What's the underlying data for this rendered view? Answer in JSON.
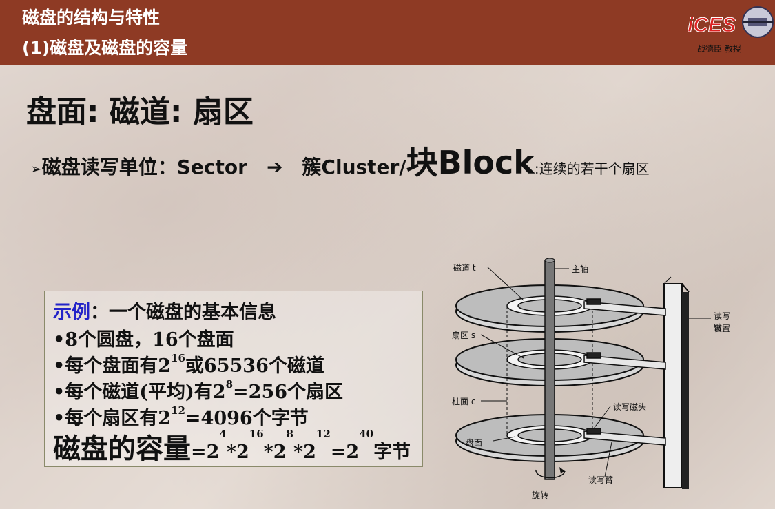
{
  "header": {
    "line1": "磁盘的结构与特性",
    "line2": "(1)磁盘及磁盘的容量",
    "logo_text": "iCES",
    "logo_caption": "战德臣 教授"
  },
  "title": "盘面: 磁道: 扇区",
  "bullet": {
    "marker": "➢",
    "lead": "磁盘读写单位：Sector",
    "arrow": "➔",
    "mid": "簇Cluster/",
    "big": "块Block",
    "tail": ":连续的若干个扇区"
  },
  "example": {
    "label": "示例",
    "heading": "：一个磁盘的基本信息",
    "line1": "•8个圆盘，16个盘面",
    "line2_pre": "•每个盘面有2",
    "line2_sup": "16",
    "line2_post": "或65536个磁道",
    "line3_pre": "•每个磁道(平均)有2",
    "line3_sup": "8",
    "line3_post": "=256个扇区",
    "line4_pre": "•每个扇区有2",
    "line4_sup": "12",
    "line4_post": "=4096个字节",
    "cap_label": "磁盘的容量",
    "cap_a": "=2",
    "cap_s1": "4",
    "cap_b": "*2",
    "cap_s2": "16",
    "cap_c": "*2",
    "cap_s3": "8",
    "cap_d": "*2",
    "cap_s4": "12",
    "cap_e": "=2",
    "cap_s5": "40",
    "cap_f": "字节"
  },
  "diagram": {
    "track": "磁道 t",
    "spindle": "主轴",
    "arm_assembly_1": "读写臂",
    "arm_assembly_2": "装置",
    "sector": "扇区 s",
    "cylinder": "柱面 c",
    "head": "读写磁头",
    "surface": "盘面",
    "arm": "读写臂",
    "rotation": "旋转"
  }
}
